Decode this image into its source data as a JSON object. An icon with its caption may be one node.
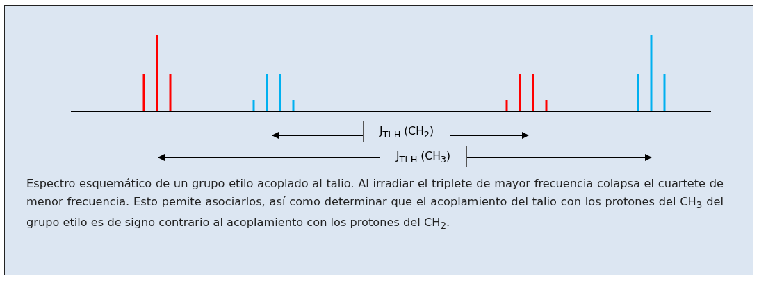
{
  "diagram": {
    "caption": "Espectro esquemático de un grupo etilo acoplado al talio. Al irradiar el triplete de mayor frecuencia colapsa el cuartete de menor frecuencia. Esto pemite asociarlos, así como determinar que el acoplamiento del talio con los protones del CH$_{3}$ del grupo etilo es de signo contrario al acoplamiento con los protones del CH$_{2}$.",
    "labels": [
      "J$_{Tl-H}$ (CH$_{2}$)",
      "J$_{Tl-H}$ (CH$_{3}$)"
    ]
  }
}
